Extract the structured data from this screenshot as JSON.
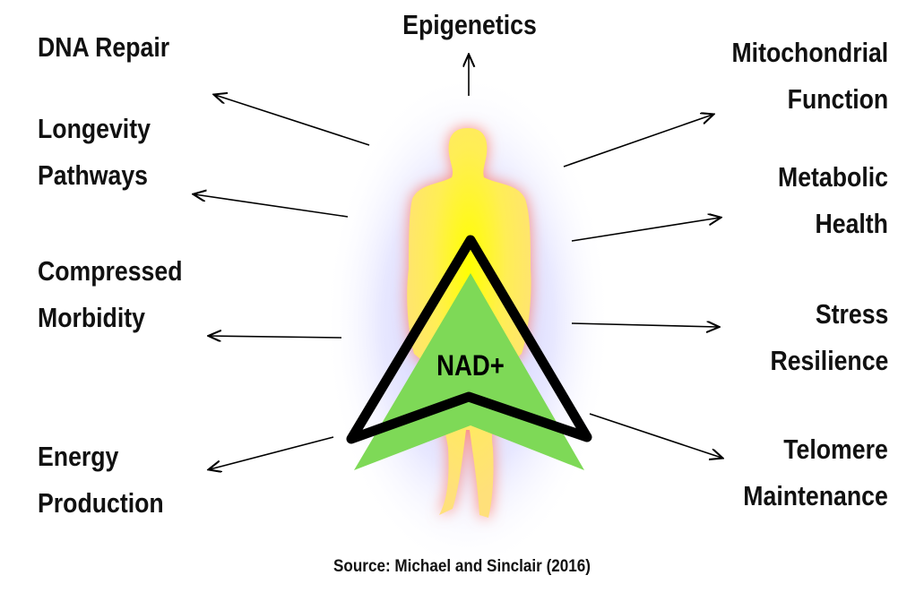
{
  "title": "Epigenetics",
  "center_label": "NAD+",
  "left_labels": [
    {
      "lines": [
        "DNA Repair"
      ]
    },
    {
      "lines": [
        "Longevity",
        "Pathways"
      ]
    },
    {
      "lines": [
        "Compressed",
        "Morbidity"
      ]
    },
    {
      "lines": [
        "Energy",
        "Production"
      ]
    }
  ],
  "right_labels": [
    {
      "lines": [
        "Mitochondrial",
        "Function"
      ]
    },
    {
      "lines": [
        "Metabolic",
        "Health"
      ]
    },
    {
      "lines": [
        "Stress",
        "Resilience"
      ]
    },
    {
      "lines": [
        "Telomere",
        "Maintenance"
      ]
    }
  ],
  "source": "Source: Michael and Sinclair (2016)",
  "colors": {
    "figure": "#ffe866",
    "glow_inner": "#ff9a8a",
    "glow_outer": "#c8c8ff",
    "triangle_fill": "#7ed957",
    "outline": "#000000"
  }
}
